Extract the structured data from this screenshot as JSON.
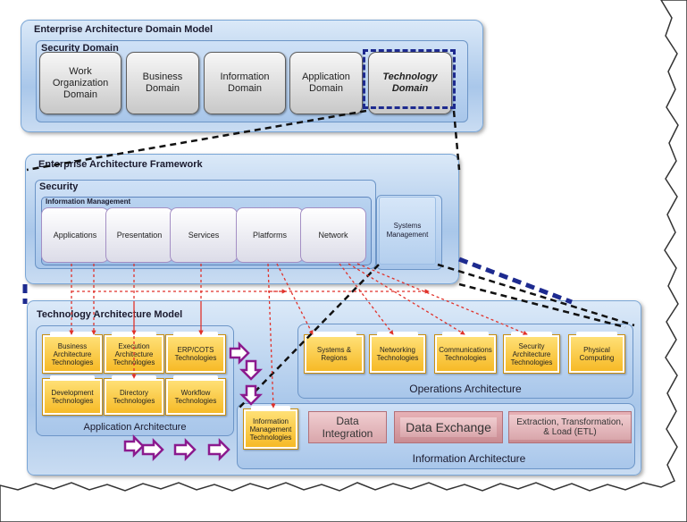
{
  "domain_model": {
    "title": "Enterprise Architecture Domain Model",
    "security_label": "Security Domain",
    "domains": [
      "Work Organization Domain",
      "Business Domain",
      "Information Domain",
      "Application Domain",
      "Technology Domain"
    ]
  },
  "framework": {
    "title": "Enterprise Architecture Framework",
    "security_label": "Security",
    "info_mgmt_label": "Information Management",
    "layers": [
      "Applications",
      "Presentation",
      "Services",
      "Platforms",
      "Network"
    ],
    "systems_management": "Systems Management"
  },
  "technology_model": {
    "title": "Technology Architecture Model",
    "application_items": [
      "Business Architecture Technologies",
      "Execution Architecture Technologies",
      "ERP/COTS Technologies",
      "Development Technologies",
      "Directory Technologies",
      "Workflow Technologies"
    ],
    "application_caption": "Application Architecture",
    "operations_items": [
      "Systems & Regions",
      "Networking Technologies",
      "Communications Technologies",
      "Security Architecture Technologies",
      "Physical Computing"
    ],
    "operations_caption": "Operations Architecture",
    "info_mgmt_tech": "Information Management Technologies",
    "info_bars": [
      "Data Integration",
      "Data Exchange",
      "Extraction, Transformation, & Load (ETL)"
    ],
    "information_caption": "Information Architecture"
  },
  "colors": {
    "red_arrow": "#e0322b",
    "purple_arrow": "#8b1a8e",
    "navy_dash": "#1d2a8f"
  }
}
